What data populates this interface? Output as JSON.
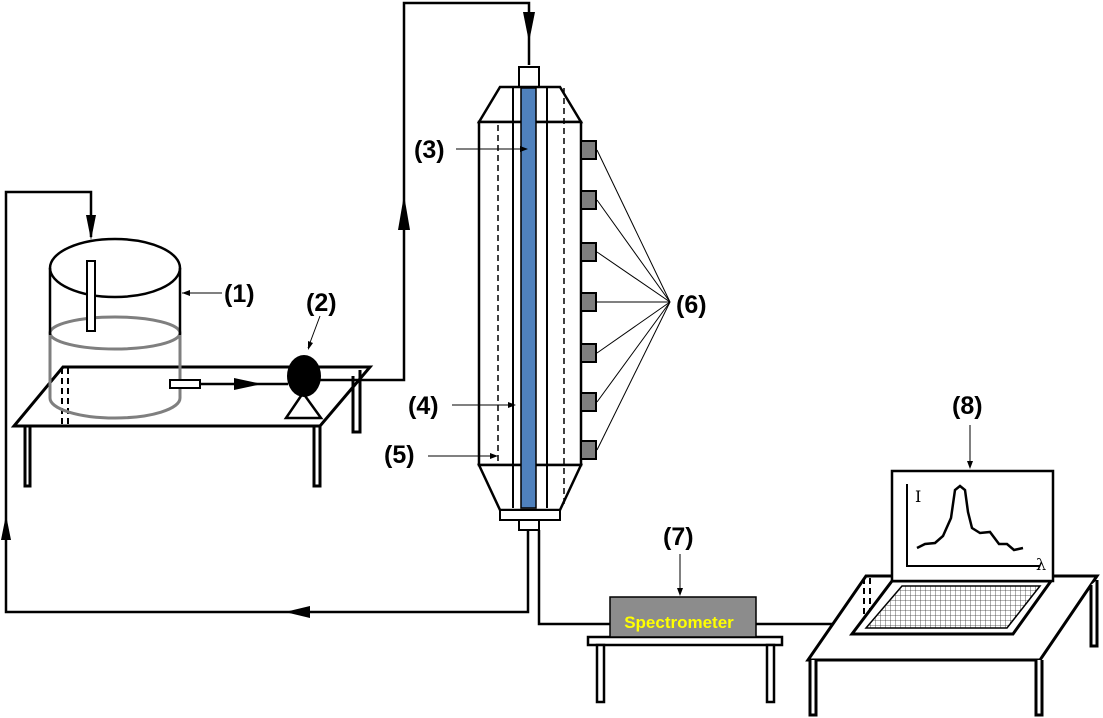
{
  "labels": {
    "tank": "(1)",
    "pump": "(2)",
    "lamp": "(3)",
    "inner_tube": "(4)",
    "outer_tube": "(5)",
    "sampling_ports": "(6)",
    "spectrometer": "(7)",
    "computer": "(8)"
  },
  "spectrometer_text": "Spectrometer",
  "monitor": {
    "y_axis_label": "I",
    "x_axis_label": "λ"
  },
  "colors": {
    "lamp": "#4f81bd",
    "spectrometer_box": "#8c8c8c",
    "spectrometer_text": "#ffff00",
    "ports": "#7f7f7f",
    "water": "#7f7f7f"
  }
}
